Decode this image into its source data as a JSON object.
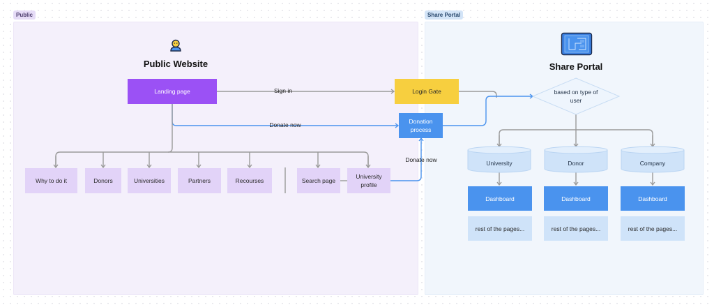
{
  "frames": {
    "public": {
      "tag": "Public",
      "title": "Public Website"
    },
    "portal": {
      "tag": "Share Portal",
      "title": "Share Portal"
    }
  },
  "nodes": {
    "landing": "Landing page",
    "login_gate": "Login Gate",
    "donation": "Donation process",
    "decision": "based on type of user",
    "why": "Why to do it",
    "donors": "Donors",
    "universities": "Universities",
    "partners": "Partners",
    "recourses": "Recourses",
    "search": "Search page",
    "university_profile": "University profile"
  },
  "edges": {
    "sign_in": "Sign in",
    "donate_now_main": "Donate now",
    "donate_now_profile": "Donate now"
  },
  "user_types": [
    {
      "name": "University",
      "dashboard": "Dashboard",
      "rest": "rest of the pages..."
    },
    {
      "name": "Donor",
      "dashboard": "Dashboard",
      "rest": "rest of the pages..."
    },
    {
      "name": "Company",
      "dashboard": "Dashboard",
      "rest": "rest of the pages..."
    }
  ],
  "icons": {
    "public": "user-avatar-icon",
    "portal": "blueprint-icon"
  },
  "colors": {
    "primary_purple": "#9b51f5",
    "light_purple": "#e2d3f8",
    "gate_yellow": "#f7cf3f",
    "primary_blue": "#4a93ee",
    "light_blue": "#cfe3f9",
    "connector_gray": "#9a9a9a",
    "connector_blue": "#4a93ee"
  }
}
